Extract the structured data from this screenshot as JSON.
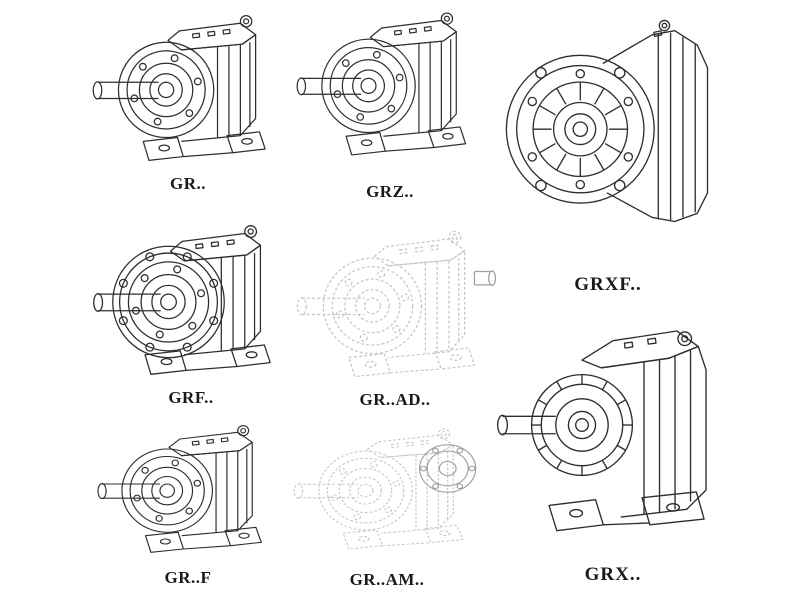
{
  "colors": {
    "background": "#ffffff",
    "line_color": "#2e2e2e",
    "ghost_color": "#c6c6c6",
    "ghost_accent": "#9f9f9f",
    "label_color": "#1a1a1a"
  },
  "catalog": {
    "items": [
      {
        "id": "gr",
        "label": "GR..",
        "style": "solid-line-drawing"
      },
      {
        "id": "grz",
        "label": "GRZ..",
        "style": "solid-line-drawing"
      },
      {
        "id": "grxf",
        "label": "GRXF..",
        "style": "solid-line-drawing"
      },
      {
        "id": "grf",
        "label": "GRF..",
        "style": "solid-line-drawing"
      },
      {
        "id": "grad",
        "label": "GR..AD..",
        "style": "dashed-ghost-drawing"
      },
      {
        "id": "grff",
        "label": "GR..F",
        "style": "solid-line-drawing"
      },
      {
        "id": "gram",
        "label": "GR..AM..",
        "style": "dashed-ghost-drawing"
      },
      {
        "id": "grx",
        "label": "GRX..",
        "style": "solid-line-drawing"
      }
    ]
  }
}
